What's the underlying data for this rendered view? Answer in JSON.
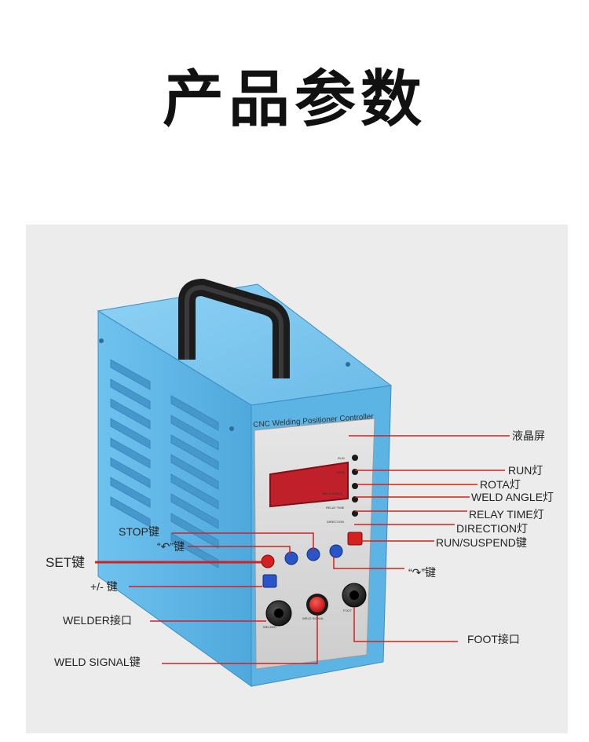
{
  "page": {
    "title": "产品参数"
  },
  "device": {
    "panel_title": "CNC Welding Positioner Controller",
    "indicator_tags": [
      "RUN",
      "ROTA",
      "WELD ANGLE",
      "RELAY TIME",
      "DIRECTION"
    ],
    "connector_tags": [
      "WELDER",
      "WELD SIGNAL",
      "FOOT"
    ]
  },
  "labels": {
    "lcd": "液晶屏",
    "run_lamp": "RUN灯",
    "rota_lamp": "ROTA灯",
    "weld_angle_lamp": "WELD ANGLE灯",
    "relay_time_lamp": "RELAY TIME灯",
    "direction_lamp": "DIRECTION灯",
    "run_suspend_key": "RUN/SUSPEND键",
    "stop_key": "STOP键",
    "ccw_key": "“↶”键",
    "set_key": "SET键",
    "cw_key": "“↷”键",
    "plus_minus_key": "+/- 键",
    "welder_port": "WELDER接口",
    "foot_port": "FOOT接口",
    "weld_signal_key": "WELD SIGNAL键"
  },
  "colors": {
    "device_body": "#5cb4e4",
    "panel": "#dcdcdc",
    "lcd": "#c0202a",
    "callout_line": "#d42020",
    "key_blue": "#2a55c8",
    "key_red": "#d62020"
  }
}
